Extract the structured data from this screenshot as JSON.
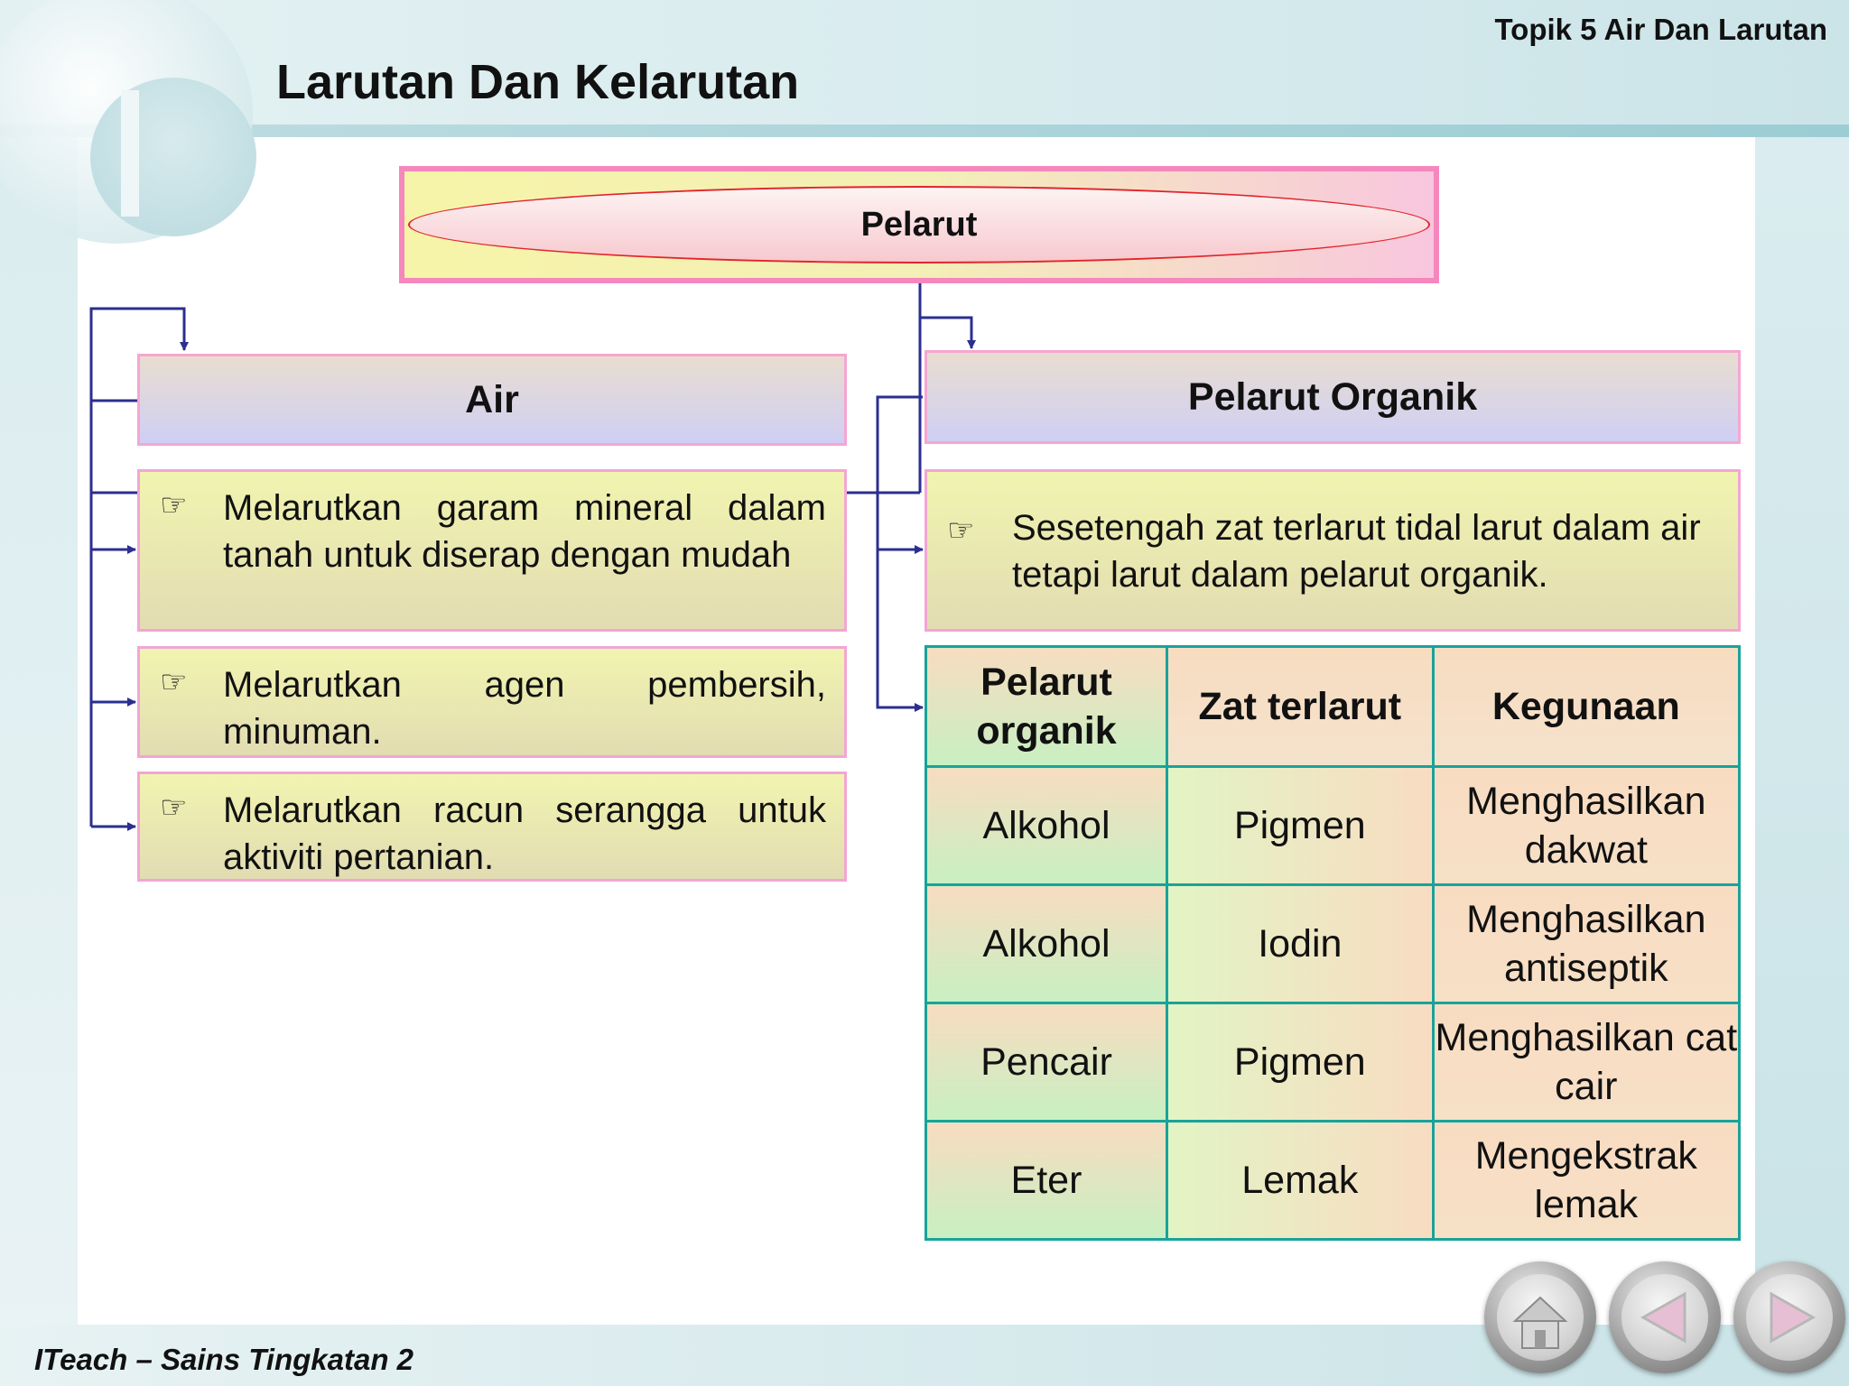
{
  "slide": {
    "title": "Larutan Dan Kelarutan",
    "topic": "Topik 5 Air Dan Larutan",
    "footer": "ITeach – Sains Tingkatan 2"
  },
  "top_node": {
    "label": "Pelarut"
  },
  "branches": {
    "air": {
      "label": "Air",
      "bullets": [
        "Melarutkan garam mineral dalam tanah untuk diserap dengan mudah",
        "Melarutkan agen pembersih, minuman.",
        "Melarutkan racun serangga untuk aktiviti pertanian."
      ]
    },
    "organik": {
      "label": "Pelarut Organik",
      "bullet": "Sesetengah zat terlarut tidal larut dalam air tetapi larut dalam pelarut organik."
    }
  },
  "table": {
    "headers": [
      "Pelarut organik",
      "Zat terlarut",
      "Kegunaan"
    ],
    "rows": [
      [
        "Alkohol",
        "Pigmen",
        "Menghasilkan dakwat"
      ],
      [
        "Alkohol",
        "Iodin",
        "Menghasilkan antiseptik"
      ],
      [
        "Pencair",
        "Pigmen",
        "Menghasilkan cat cair"
      ],
      [
        "Eter",
        "Lemak",
        "Mengekstrak lemak"
      ]
    ]
  },
  "icons": {
    "bullet": "pointing-hand-icon",
    "nav": [
      "home-icon",
      "previous-icon",
      "next-icon"
    ]
  },
  "colors": {
    "connector": "#2b2f8f",
    "table_border": "#18a39a",
    "box_border": "#f587bd"
  }
}
